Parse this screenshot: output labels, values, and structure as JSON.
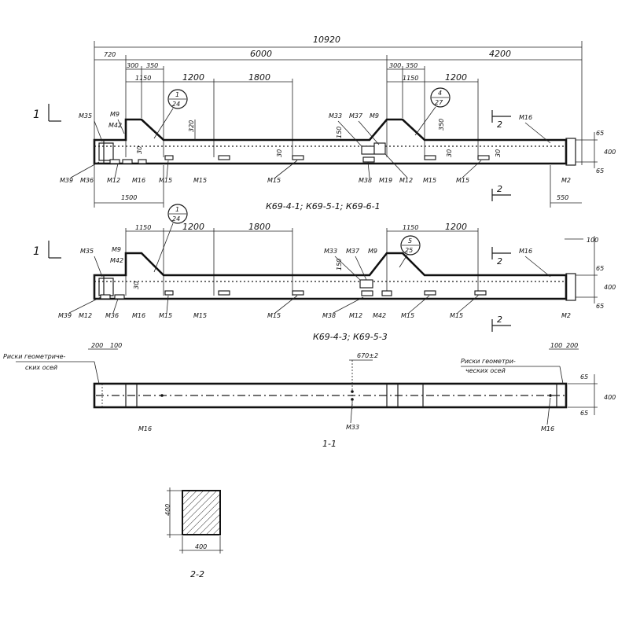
{
  "dims_top": {
    "overall": "10920",
    "left_seg": "720",
    "mid_seg": "6000",
    "right_seg": "4200",
    "d300_a": "300",
    "d350_a": "350",
    "d1150_a": "1150",
    "d1200_a": "1200",
    "d1800_a": "1800",
    "d300_b": "300",
    "d350_b": "350",
    "d1150_b": "1150",
    "d1200_b": "1200",
    "d320": "320",
    "d150": "150",
    "d350_v": "350",
    "d30_a": "30",
    "d30_b": "30",
    "d30_c": "30",
    "d30_d": "30",
    "d65_top": "65",
    "d400": "400",
    "d65_bot": "65",
    "d1500": "1500",
    "d550": "550"
  },
  "dims_mid": {
    "d1150_a": "1150",
    "d1200_a": "1200",
    "d1800": "1800",
    "d1150_b": "1150",
    "d1200_b": "1200",
    "d100": "100",
    "d65_top": "65",
    "d400": "400",
    "d65_bot": "65",
    "d150": "150",
    "d30": "30"
  },
  "dims_plan": {
    "d200_l": "200",
    "d100_l": "100",
    "d100_r": "100",
    "d200_r": "200",
    "d670": "670±2",
    "d65_top": "65",
    "d400": "400",
    "d65_bot": "65"
  },
  "labels_top": {
    "m35": "M35",
    "m9": "M9",
    "m42": "M42",
    "m39": "M39",
    "m36": "M36",
    "m12": "M12",
    "m16": "M16",
    "m15_a": "M15",
    "m15_b": "M15",
    "m15_c": "M15",
    "m33": "M33",
    "m37": "M37",
    "m9_r": "M9",
    "m38": "M38",
    "m19": "M19",
    "m12_r": "M12",
    "m15_d": "M15",
    "m15_e": "M15",
    "m16_r": "M16",
    "m2": "M2",
    "callout1_top": "1",
    "callout1_bot": "24",
    "callout2_top": "4",
    "callout2_bot": "27",
    "section_mark_left": "1",
    "section_mark_right": "2",
    "title": "К69-4-1; К69-5-1; К69-6-1"
  },
  "labels_mid": {
    "m35": "M35",
    "m9": "M9",
    "m42": "M42",
    "m39": "M39",
    "m12": "M12",
    "m36": "M36",
    "m16": "M16",
    "m15_a": "M15",
    "m15_b": "M15",
    "m15_c": "M15",
    "m33": "M33",
    "m37": "M37",
    "m9_r": "M9",
    "m38": "M38",
    "m12_r": "M12",
    "m42_r": "M42",
    "m15_d": "M15",
    "m15_e": "M15",
    "m16_r": "M16",
    "m2": "M2",
    "callout1_top": "1",
    "callout1_bot": "24",
    "callout2_top": "5",
    "callout2_bot": "25",
    "section_mark_left": "1",
    "section_mark_right": "2",
    "title": "К69-4-3; К69-5-3"
  },
  "labels_plan": {
    "note_left_1": "Риски геометриче-",
    "note_left_2": "ских осей",
    "note_right_1": "Риски геометри-",
    "note_right_2": "ческих осей",
    "m16_l": "M16",
    "m33": "M33",
    "m16_r": "M16",
    "title": "1-1"
  },
  "section": {
    "dim_h": "400",
    "dim_w": "400",
    "title": "2-2"
  }
}
